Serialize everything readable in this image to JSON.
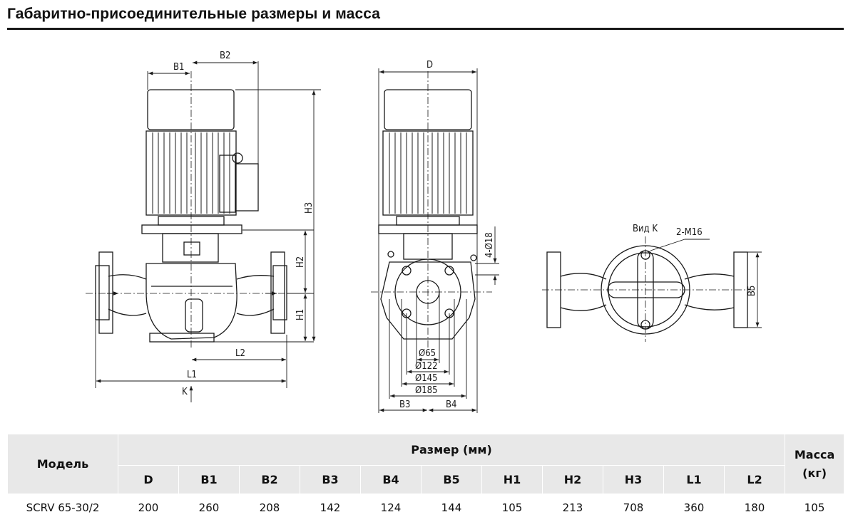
{
  "title": "Габаритно-присоединительные размеры и масса",
  "drawing_labels": {
    "b1": "B1",
    "b2": "B2",
    "h3": "H3",
    "h2": "H2",
    "h1": "H1",
    "l1": "L1",
    "l2": "L2",
    "k": "K",
    "d": "D",
    "flange_holes": "4-Ø18",
    "d65": "Ø65",
    "d122": "Ø122",
    "d145": "Ø145",
    "d185": "Ø185",
    "b3": "B3",
    "b4": "B4",
    "view_k": "Вид K",
    "bolt": "2-M16",
    "b5": "B5"
  },
  "table": {
    "model_header": "Модель",
    "size_header": "Размер (мм)",
    "mass_header_1": "Масса",
    "mass_header_2": "(кг)",
    "columns": [
      "D",
      "B1",
      "B2",
      "B3",
      "B4",
      "B5",
      "H1",
      "H2",
      "H3",
      "L1",
      "L2"
    ],
    "rows": [
      {
        "model": "SCRV 65-30/2",
        "values": [
          "200",
          "260",
          "208",
          "142",
          "124",
          "144",
          "105",
          "213",
          "708",
          "360",
          "180"
        ],
        "mass": "105"
      }
    ]
  }
}
